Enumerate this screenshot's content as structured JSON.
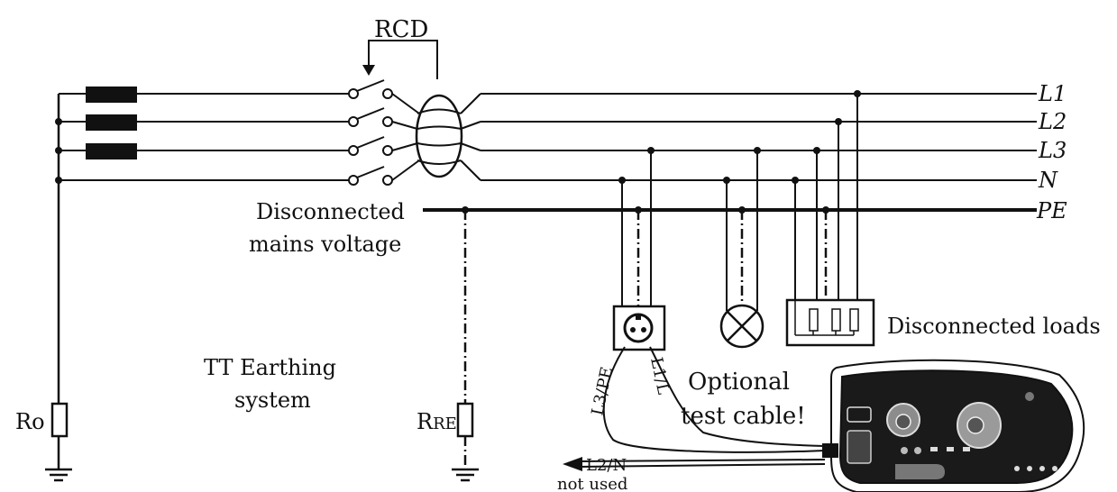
{
  "labels": {
    "rcd": "RCD",
    "line_l1": "L1",
    "line_l2": "L2",
    "line_l3": "L3",
    "line_n": "N",
    "line_pe": "PE",
    "disconnected_mains_1": "Disconnected",
    "disconnected_mains_2": "mains voltage",
    "disconnected_loads": "Disconnected loads",
    "tt_earthing_1": "TT Earthing",
    "tt_earthing_2": "system",
    "ro_resistor": "Ro",
    "re_resistor": "RE",
    "optional_1": "Optional",
    "optional_2": "test cable!",
    "l2n_arrow": "L2/N",
    "not_used": "not used",
    "probe_l3pe": "L3/PE",
    "probe_l1l": "L1/L"
  }
}
